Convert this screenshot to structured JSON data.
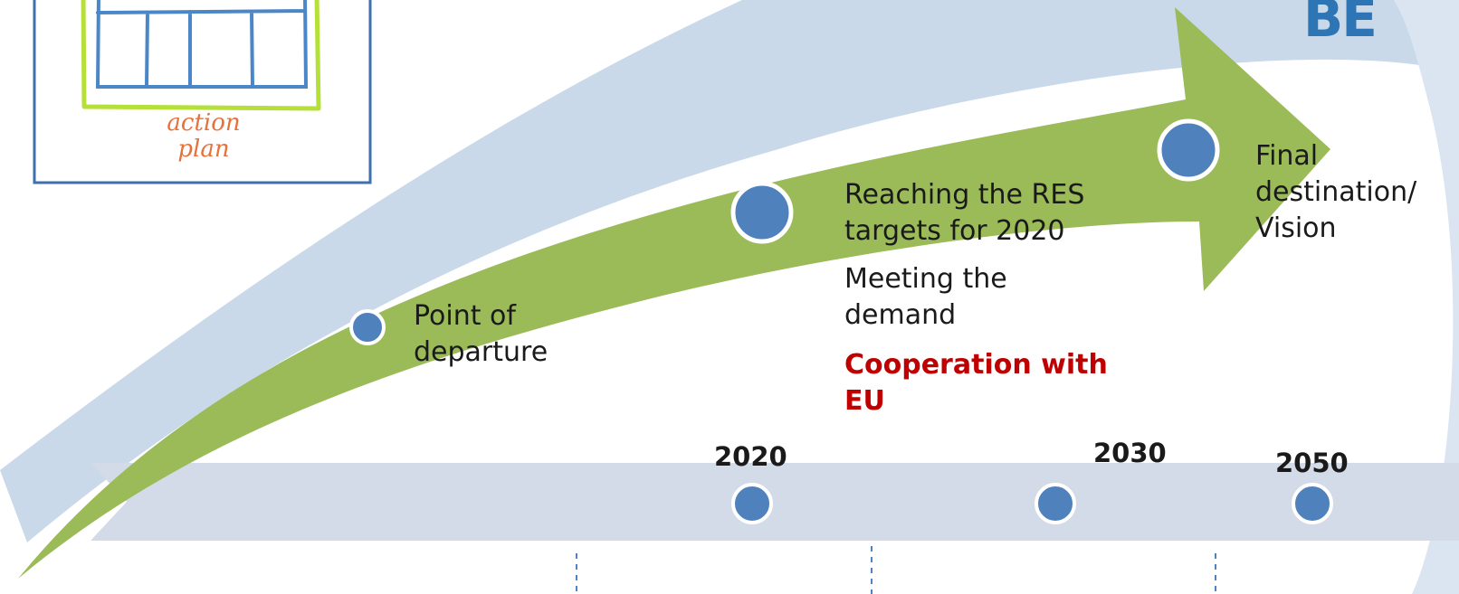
{
  "brand": "BE",
  "sketch": {
    "caption": "action\nplan"
  },
  "milestones": [
    {
      "id": "departure",
      "lines": [
        "Point of",
        "departure"
      ]
    },
    {
      "id": "res-targets",
      "lines": [
        "Reaching the RES",
        "targets for 2020"
      ]
    },
    {
      "id": "demand",
      "lines": [
        "Meeting the",
        "demand"
      ]
    },
    {
      "id": "cooperation",
      "lines": [
        "Cooperation with",
        "EU"
      ]
    },
    {
      "id": "vision",
      "lines": [
        "Final",
        "destination/",
        "Vision"
      ]
    }
  ],
  "timeline": {
    "years": [
      "2020",
      "2030",
      "2050"
    ]
  },
  "colors": {
    "arrow_green": "#9bbb59",
    "swoosh_blue": "#c9d9ea",
    "band": "#d3dae8",
    "dot": "#4f81bd",
    "dashes": "#4f81bd",
    "highlight_red": "#c00000",
    "brand": "#2e75b6",
    "sketch_green": "#b5e03a",
    "sketch_blue": "#4a86c8",
    "frame": "#3f6fae"
  }
}
